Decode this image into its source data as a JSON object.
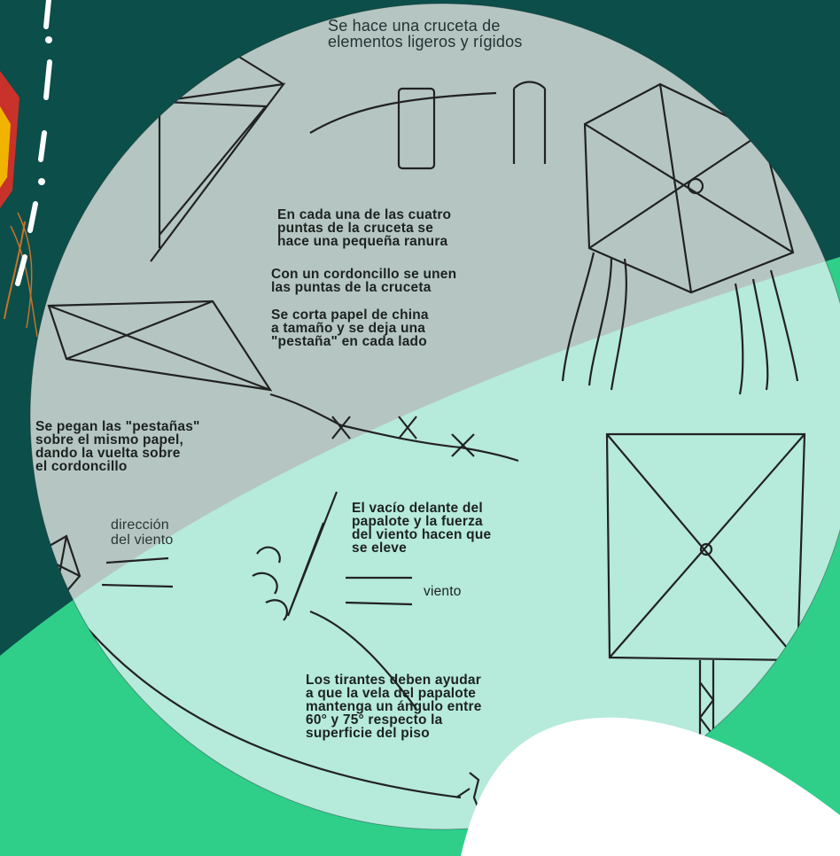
{
  "colors": {
    "background_dark": "#0b4e4a",
    "background_green": "#2fcf8a",
    "circle_upper": "#b5c6c2",
    "circle_lower": "#b6eadb",
    "ink": "#1c2220",
    "accent_red": "#c8322a",
    "white": "#ffffff"
  },
  "diagram": {
    "captions": {
      "cruceta": "Se hace una cruceta de\nelementos ligeros y rígidos",
      "ranura": "En cada una de las cuatro\npuntas de la cruceta se\nhace una pequeña ranura",
      "cordoncillo": "Con un cordoncillo se unen\nlas puntas de la cruceta",
      "papel": "Se corta papel de china\na tamaño y se deja una\n\"pestaña\" en cada lado",
      "pestanas": "Se pegan las \"pestañas\"\nsobre el mismo papel,\ndando la vuelta sobre\nel cordoncillo",
      "direccion": "dirección\ndel viento",
      "vacio": "El vacío delante del\npapalote y la fuerza\ndel viento hacen que\nse eleve",
      "viento": "viento",
      "tirantes": "Los tirantes deben ayudar\na que la vela del papalote\nmantenga un ángulo entre\n60° y 75° respecto la\nsuperficie del piso"
    }
  }
}
